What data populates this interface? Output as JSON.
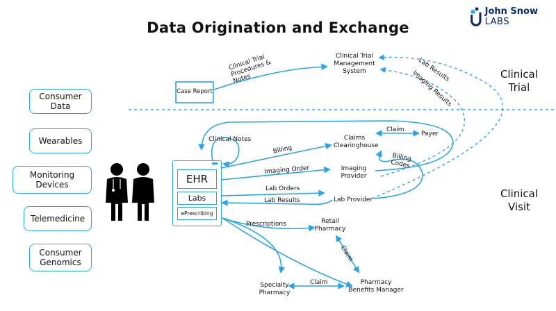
{
  "title": "Data Origination and Exchange",
  "logo": {
    "brand": "John Snow",
    "suffix": "LABS"
  },
  "sections": {
    "top": "Clinical Trial",
    "bottom": "Clinical Visit"
  },
  "left_boxes": [
    "Consumer Data",
    "Wearables",
    "Monitoring Devices",
    "Telemedicine",
    "Consumer Genomics"
  ],
  "nodes": {
    "case_report": "Case Report",
    "ctms": "Clinical Trial Management System",
    "claims_clearinghouse": "Claims Clearinghouse",
    "payer": "Payer",
    "imaging_provider": "Imaging Provider",
    "lab_provider": "Lab Provider",
    "retail_pharmacy": "Retail Pharmacy",
    "specialty_pharmacy": "Specialty Pharmacy",
    "pbm": "Pharmacy Benefits Manager",
    "ehr": "EHR",
    "labs": "Labs",
    "eprescribing": "ePrescribing"
  },
  "edges": {
    "trial_procedures": "Clinical Trial Procedures & Notes",
    "lab_results_top": "Lab Results",
    "imaging_results": "Imaging Results",
    "clinical_notes": "Clinical Notes",
    "billing": "Billing",
    "imaging_order": "Imaging Order",
    "lab_orders": "Lab Orders",
    "lab_results": "Lab Results",
    "claim_payer": "Claim",
    "billing_codes": "Billing Codes",
    "prescriptions": "Prescriptions",
    "claim_pharmacy": "Claim",
    "claim_pbm": "Claim"
  },
  "colors": {
    "accent": "#2aa3e6",
    "text": "#111111",
    "brand": "#0a2a6b"
  }
}
